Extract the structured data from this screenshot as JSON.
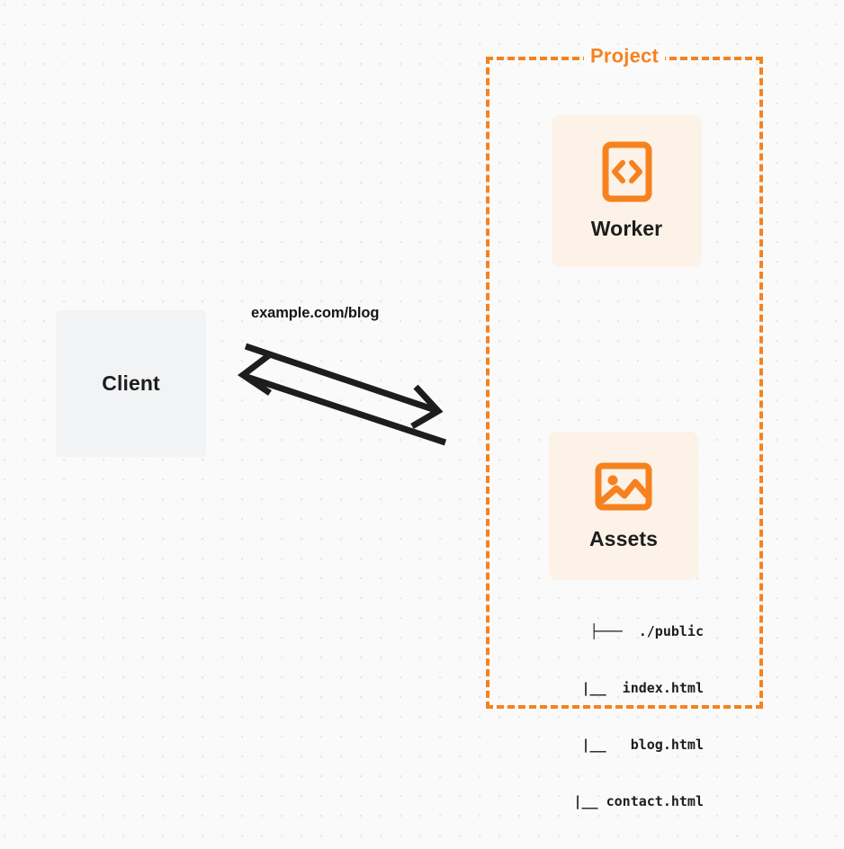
{
  "diagram": {
    "title": "Client request to Project Worker and Assets",
    "background": {
      "color": "#fafafa",
      "dot_color": "#e6e7e8"
    },
    "accent_color": "#f6821f",
    "card_color": "#fdf2e7",
    "client_color": "#f2f3f4",
    "text_color": "#1d1d1d"
  },
  "client": {
    "label": "Client"
  },
  "connector": {
    "label": "example.com/blog",
    "stroke_color": "#1d1d1d",
    "request_direction": "client-to-project",
    "response_direction": "project-to-client"
  },
  "project": {
    "title": "Project",
    "border_style": "dashed",
    "border_color": "#f6821f",
    "nodes": [
      {
        "id": "worker",
        "label": "Worker",
        "icon": "code-brackets-icon",
        "icon_color": "#f6821f"
      },
      {
        "id": "assets",
        "label": "Assets",
        "icon": "image-icon",
        "icon_color": "#f6821f"
      }
    ]
  },
  "assets_tree": {
    "rows": [
      "├───  ./public",
      "   |__  index.html",
      "   |__   blog.html",
      "   |__ contact.html"
    ]
  }
}
